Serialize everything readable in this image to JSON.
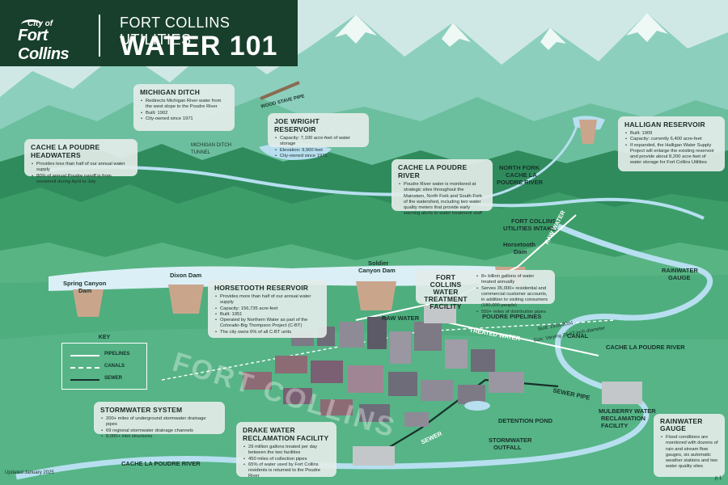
{
  "header": {
    "logo_small": "City of",
    "logo_big": "Fort Collins",
    "subtitle": "FORT COLLINS UTILITIES",
    "title": "WATER 101"
  },
  "cards": {
    "michigan_ditch": {
      "title": "MICHIGAN DITCH",
      "items": [
        "Redirects Michigan River water from the west slope to the Poudre River",
        "Built: 1902",
        "City-owned since 1971"
      ]
    },
    "joe_wright": {
      "title": "JOE WRIGHT RESERVOIR",
      "items": [
        "Capacity: 7,100 acre-feet of water storage",
        "Elevation: 9,900 feet",
        "City-owned since 1971"
      ]
    },
    "headwaters": {
      "title": "CACHE LA POUDRE HEADWATERS",
      "items": [
        "Provides less than half of our annual water supply",
        "80% of annual Poudre runoff is from snowmelt during April to July"
      ]
    },
    "halligan": {
      "title": "HALLIGAN RESERVOIR",
      "items": [
        "Built: 1909",
        "Capacity: currently 6,400 acre-feet",
        "If expanded, the Halligan Water Supply Project will enlarge the existing reservoir and provide about 8,200 acre-feet of water storage for Fort Collins Utilities"
      ]
    },
    "poudre_river": {
      "title": "CACHE LA POUDRE RIVER",
      "items": [
        "Poudre River water is monitored at strategic sites throughout the Mainstem, North Fork and South Fork of the watershed, including two water quality meters that provide early warning alerts to water treatment staff"
      ]
    },
    "horsetooth": {
      "title": "HORSETOOTH RESERVOIR",
      "items": [
        "Provides more than half of our annual water supply",
        "Capacity: 156,735 acre-feet",
        "Built: 1951",
        "Operated by Northern Water as part of the Colorado-Big Thompson Project (C-BT)",
        "The city owns 6% of all C-BT units"
      ]
    },
    "treatment": {
      "title": "FORT COLLINS WATER TREATMENT FACILITY",
      "items": [
        "8+ billion gallons of water treated annually",
        "Serves 35,000+ residential and commercial customer accounts, in addition to visiting consumers (180,000 people)",
        "550+ miles of distribution pipes"
      ]
    },
    "stormwater": {
      "title": "STORMWATER SYSTEM",
      "items": [
        "200+ miles of underground stormwater drainage pipes",
        "69 regional stormwater drainage channels",
        "8,000+ inlet structures"
      ]
    },
    "drake": {
      "title": "DRAKE WATER RECLAMATION FACILITY",
      "items": [
        "29 million gallons treated per day between the two facilities",
        "450 miles of collection pipes",
        "65% of water used by Fort Collins residents is returned to the Poudre River"
      ]
    },
    "rain_gauge": {
      "title": "RAINWATER GAUGE",
      "items": [
        "Flood conditions are monitored with dozens of rain and stream flow gauges, six automatic weather stations and two water quality sites"
      ]
    }
  },
  "labels": {
    "wood_stave_pipe": "WOOD STAVE PIPE",
    "michigan_ditch_tunnel_1": "MICHIGAN DITCH",
    "michigan_ditch_tunnel_2": "TUNNEL",
    "north_fork_1": "NORTH FORK",
    "north_fork_2": "CACHE LA",
    "north_fork_3": "POUDRE RIVER",
    "intake_1": "FORT COLLINS",
    "intake_2": "UTILITIES INTAKE",
    "horsetooth_dam_1": "Horsetooth",
    "horsetooth_dam_2": "Dam",
    "spring_canyon_1": "Spring Canyon",
    "spring_canyon_2": "Dam",
    "dixon_dam": "Dixon Dam",
    "soldier_canyon_1": "Soldier",
    "soldier_canyon_2": "Canyon Dam",
    "raw_water_diag": "RAW WATER",
    "raw_water": "RAW WATER",
    "treated_water": "TREATED WATER",
    "rainwater_gauge_1": "RAINWATER",
    "rainwater_gauge_2": "GAUGE",
    "poudre_pipelines": "POUDRE PIPELINES",
    "pipelines_built": "Built: 1934-2004",
    "pipelines_size": "Size: Varying 24-67-inch diameter",
    "canal": "CANAL",
    "cache_la_poudre_right": "CACHE LA POUDRE RIVER",
    "sewer_pipe": "SEWER PIPE",
    "detention_pond": "DETENTION POND",
    "mulberry_1": "MULBERRY WATER",
    "mulberry_2": "RECLAMATION",
    "mulberry_3": "FACILITY",
    "sewer": "SEWER",
    "stormwater_outfall_1": "STORMWATER",
    "stormwater_outfall_2": "OUTFALL",
    "cache_la_poudre_bottom": "CACHE LA POUDRE RIVER",
    "fort_collins": "FORT COLLINS"
  },
  "key": {
    "title": "KEY",
    "pipelines": "PIPELINES",
    "canals": "CANALS",
    "sewer": "SEWER"
  },
  "footer": {
    "updated": "Updated January 2025",
    "page": "p.1"
  },
  "colors": {
    "header_bg": "#183f2c",
    "sky": "#cfe8e6",
    "mountain": "#8ccfbd",
    "forest_dark": "#2f8b5c",
    "valley": "#4fae7e",
    "water": "#b7dff0",
    "pipeline": "#ffffff",
    "sewer": "#17302a",
    "card_bg": "#e2ece8"
  }
}
